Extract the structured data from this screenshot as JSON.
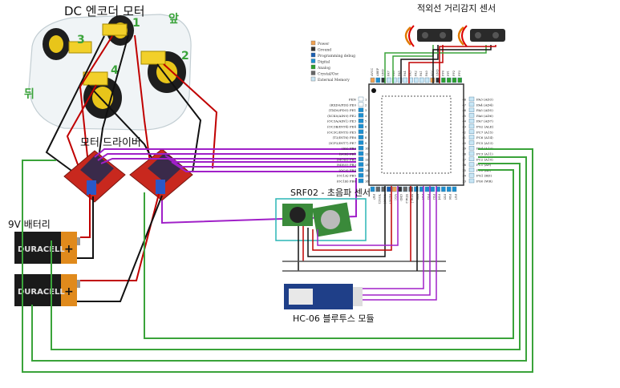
{
  "labels": {
    "dc_motor": "DC 엔코더 모터",
    "front": "앞",
    "back": "뒤",
    "motor_driver": "모터 드라이버",
    "battery": "9V 배터리",
    "ir_sensor": "적외선 거리감지 센서",
    "ultrasonic": "SRF02 - 초음파 센서",
    "bluetooth": "HC-06 블루투스 모듈",
    "battery_brand": "DURACELL",
    "plus": "+"
  },
  "motor_numbers": [
    "1",
    "2",
    "3",
    "4"
  ],
  "legend": [
    {
      "label": "Power",
      "color": "#f0a050"
    },
    {
      "label": "Ground",
      "color": "#333333"
    },
    {
      "label": "Programming debug",
      "color": "#1a5fb4"
    },
    {
      "label": "Digital",
      "color": "#1c8fd0"
    },
    {
      "label": "Analog",
      "color": "#2ca02c"
    },
    {
      "label": "Crystal/Osc",
      "color": "#666666"
    },
    {
      "label": "External Memory",
      "color": "#c8e6f5"
    }
  ],
  "mcu": {
    "top_pins": [
      "AVCC",
      "AREF",
      "GND",
      "PA7",
      "PA6",
      "PA5",
      "PA4",
      "PA3",
      "PA2",
      "PA1",
      "PA0",
      "VCC",
      "GND",
      "PF0",
      "PF1",
      "PF2",
      "PF3"
    ],
    "left_pins": [
      {
        "label": "PEN",
        "num": "1"
      },
      {
        "label": "(RXD0/PDI) PE0",
        "num": "2"
      },
      {
        "label": "(TXD0/PDO) PE1",
        "num": "3"
      },
      {
        "label": "(XCK0/AIN0) PE2",
        "num": "4"
      },
      {
        "label": "(OC3A/AIN1) PE3",
        "num": "5"
      },
      {
        "label": "(OC3B/INT4) PE4",
        "num": "6"
      },
      {
        "label": "(OC3C/INT5) PE5",
        "num": "7"
      },
      {
        "label": "(T3/INT6) PE6",
        "num": "8"
      },
      {
        "label": "(ICP3/INT7) PE7",
        "num": "9"
      },
      {
        "label": "(SS) PB0",
        "num": "10"
      },
      {
        "label": "(SCK) PB1",
        "num": "11"
      },
      {
        "label": "(MOSI) PB2",
        "num": "12"
      },
      {
        "label": "(MISO) PB3",
        "num": "13"
      },
      {
        "label": "(OC0) PB4",
        "num": "14"
      },
      {
        "label": "(OC1A) PB5",
        "num": "15"
      },
      {
        "label": "(OC1B) PB6",
        "num": "16"
      }
    ],
    "right_pins": [
      {
        "label": "PA3 (AD3)",
        "num": "48"
      },
      {
        "label": "PA4 (AD4)",
        "num": "47"
      },
      {
        "label": "PA5 (AD5)",
        "num": "46"
      },
      {
        "label": "PA6 (AD6)",
        "num": "45"
      },
      {
        "label": "PA7 (AD7)",
        "num": "44"
      },
      {
        "label": "PG2 (ALE)",
        "num": "43"
      },
      {
        "label": "PC7 (A15)",
        "num": "42"
      },
      {
        "label": "PC6 (A14)",
        "num": "41"
      },
      {
        "label": "PC5 (A13)",
        "num": "40"
      },
      {
        "label": "PC4 (A12)",
        "num": "39"
      },
      {
        "label": "PC3 (A11)",
        "num": "38"
      },
      {
        "label": "PC2 (A10)",
        "num": "37"
      },
      {
        "label": "PC1 (A9)",
        "num": "36"
      },
      {
        "label": "PC0 (A8)",
        "num": "35"
      },
      {
        "label": "PG1 (RD)",
        "num": "34"
      },
      {
        "label": "PG0 (WR)",
        "num": "33"
      }
    ],
    "bottom_pins": [
      "PB7",
      "TOSC2",
      "TOSC1",
      "RESET",
      "VCC",
      "GND",
      "XTAL2",
      "XTAL1",
      "PD0",
      "PD1",
      "PD2",
      "PD3",
      "PD4",
      "PD5",
      "PD6",
      "PD7"
    ]
  }
}
